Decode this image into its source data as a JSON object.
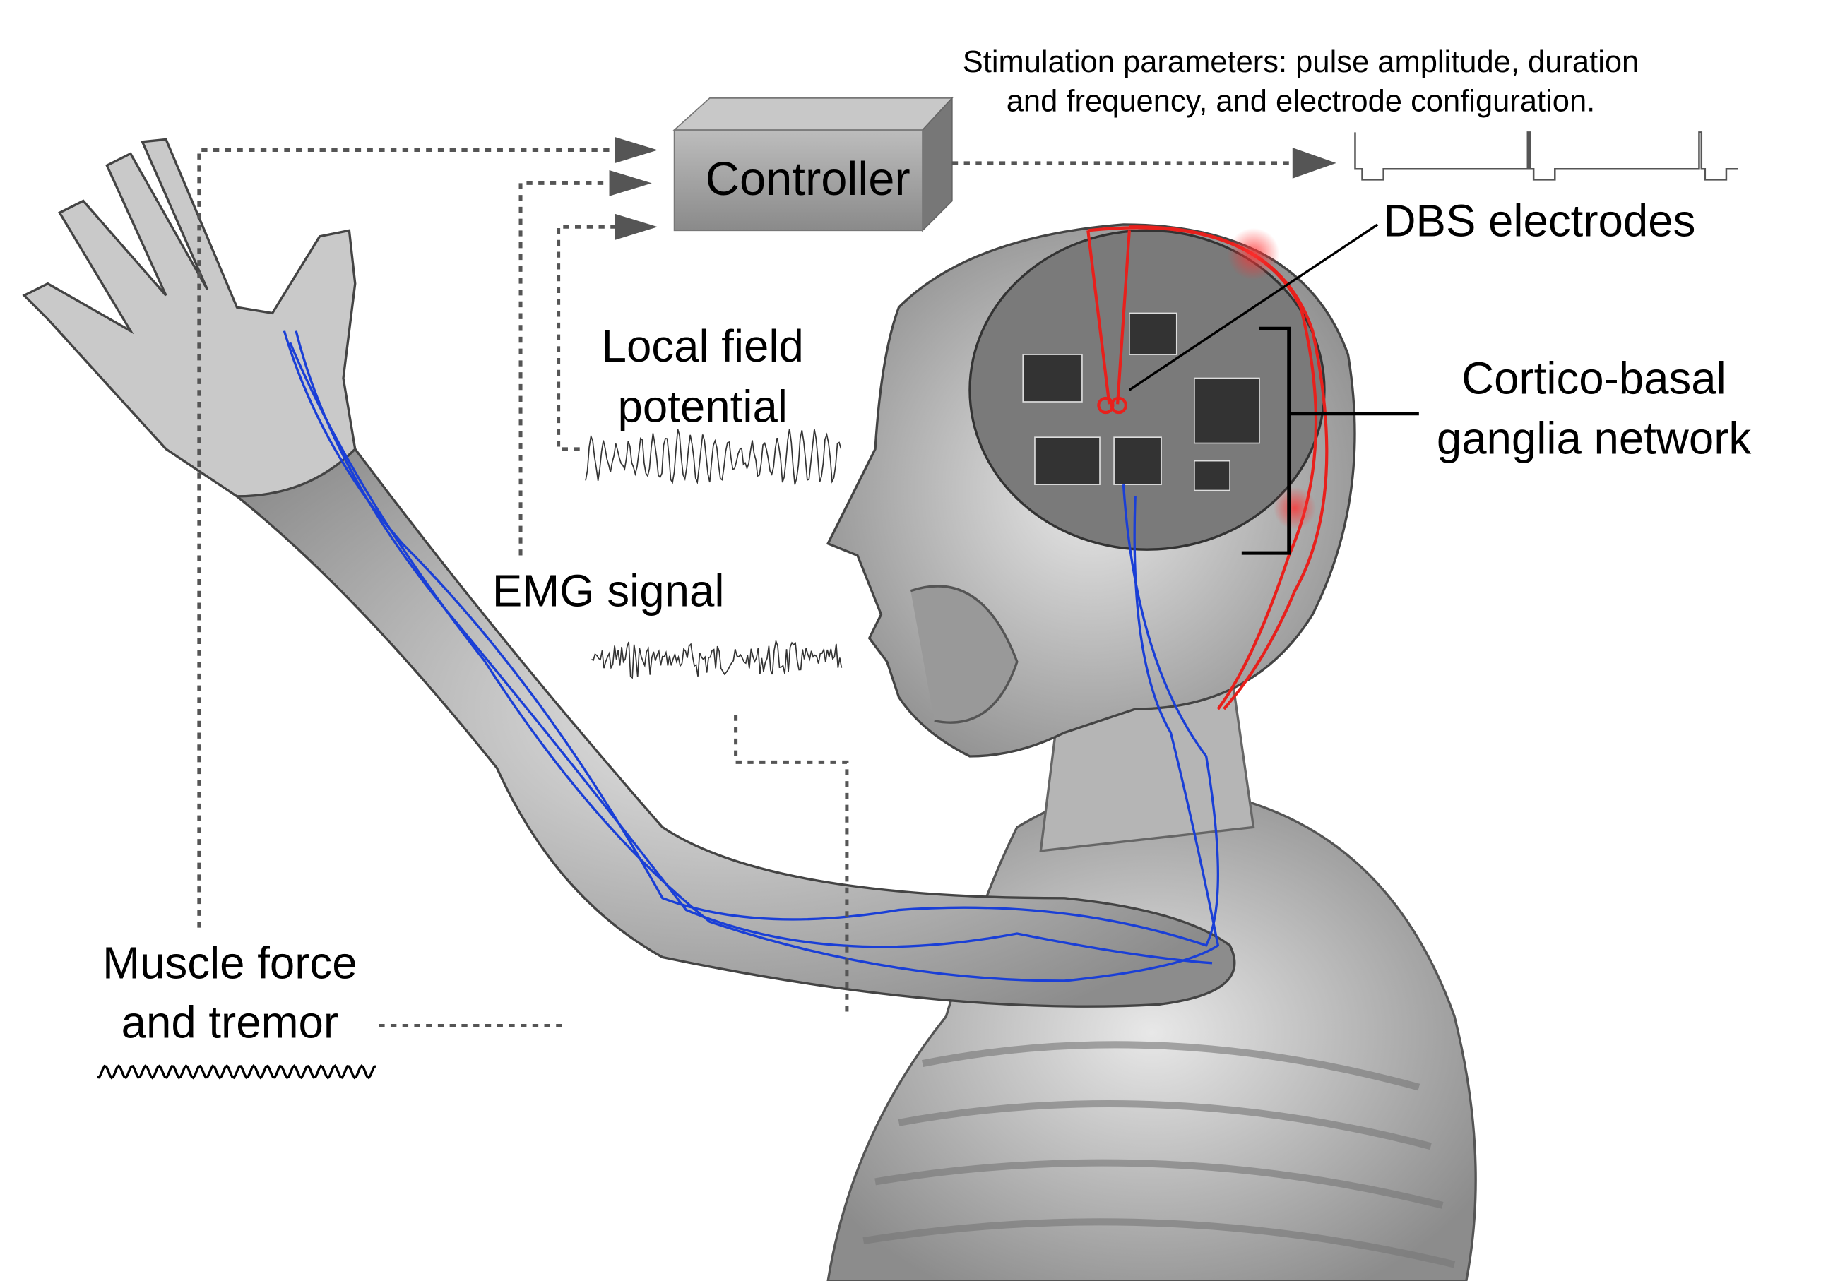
{
  "stimulation_text": {
    "line1": "Stimulation parameters: pulse amplitude, duration",
    "line2": "and frequency, and electrode configuration."
  },
  "controller": {
    "label": "Controller"
  },
  "labels": {
    "dbs": "DBS electrodes",
    "network_line1": "Cortico-basal",
    "network_line2": "ganglia network",
    "lfp_line1": "Local field",
    "lfp_line2": "potential",
    "emg": "EMG signal",
    "muscle_line1": "Muscle force",
    "muscle_line2": "and tremor"
  },
  "colors": {
    "nerve": "#1a3fd6",
    "electrode": "#e8201c",
    "dashed": "#555555",
    "controller": "#9a9a9a"
  }
}
